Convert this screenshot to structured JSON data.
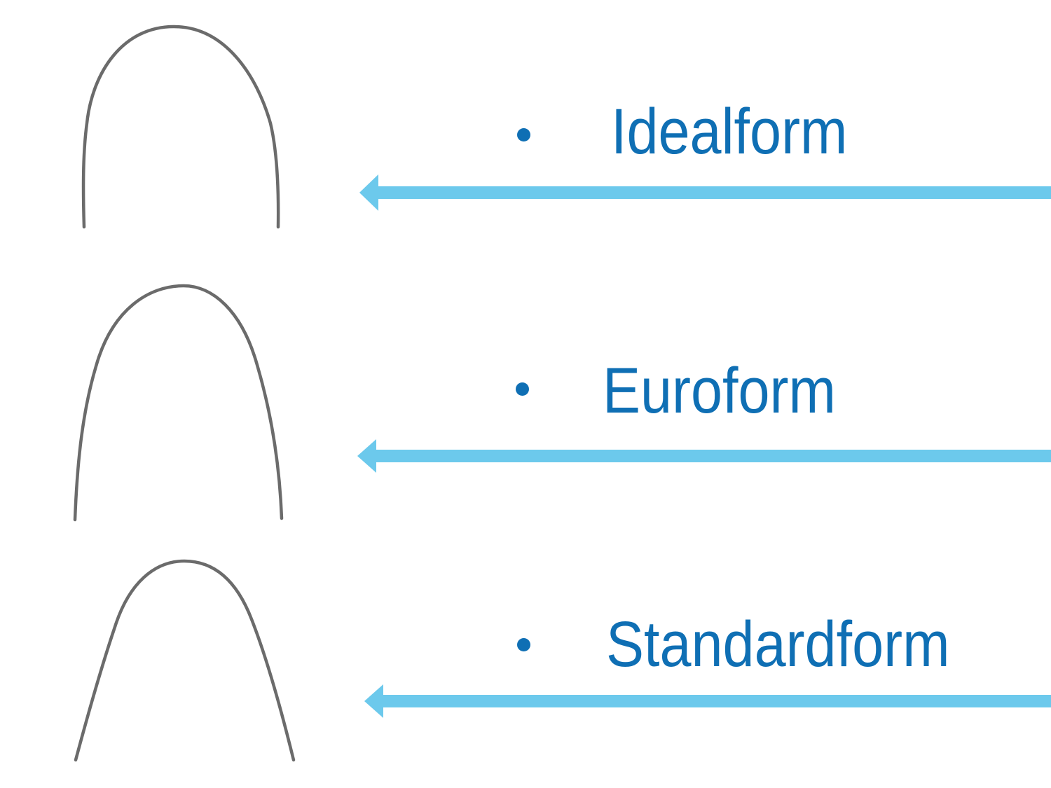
{
  "slide": {
    "items": [
      {
        "label": "Idealform",
        "bullet_icon": "bullet-dot-icon",
        "arch_icon": "idealform-archwire",
        "arrow_icon": "left-arrow"
      },
      {
        "label": "Euroform",
        "bullet_icon": "bullet-dot-icon",
        "arch_icon": "euroform-archwire",
        "arrow_icon": "left-arrow"
      },
      {
        "label": "Standardform",
        "bullet_icon": "bullet-dot-icon",
        "arch_icon": "standardform-archwire",
        "arrow_icon": "left-arrow"
      }
    ]
  },
  "colors": {
    "label_blue": "#0F6FB4",
    "arrow_blue": "#6CC9EC",
    "wire_gray": "#6B6B6B",
    "background": "#FFFFFF"
  }
}
